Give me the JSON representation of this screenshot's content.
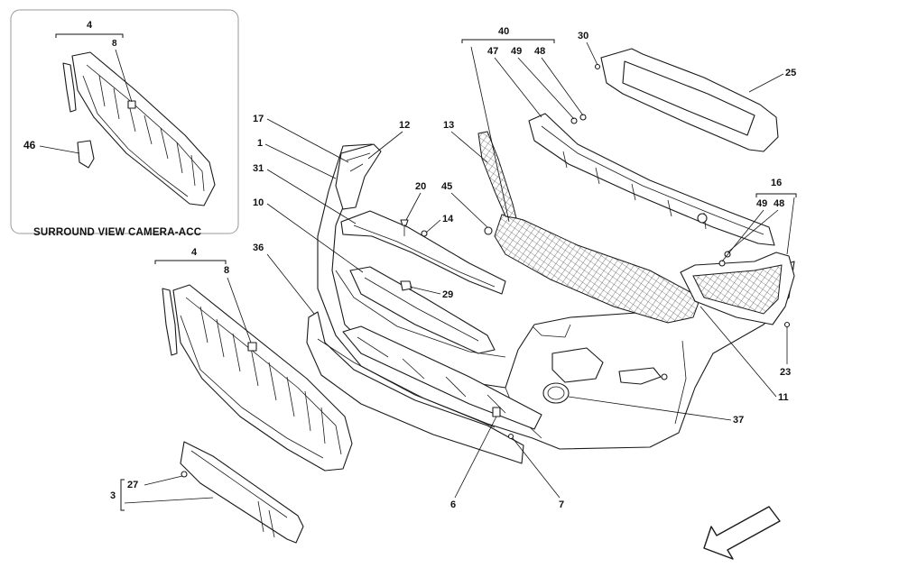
{
  "inset": {
    "title": "SURROUND VIEW CAMERA-ACC"
  },
  "callouts": {
    "c1": "1",
    "c3": "3",
    "c4_inset": "4",
    "c4": "4",
    "c6": "6",
    "c7": "7",
    "c8_inset": "8",
    "c8": "8",
    "c10": "10",
    "c11": "11",
    "c12": "12",
    "c13": "13",
    "c14": "14",
    "c16": "16",
    "c17": "17",
    "c20": "20",
    "c23": "23",
    "c25": "25",
    "c27": "27",
    "c29": "29",
    "c30": "30",
    "c31": "31",
    "c36": "36",
    "c37": "37",
    "c40": "40",
    "c45": "45",
    "c46": "46",
    "c47": "47",
    "c48_a": "48",
    "c49_a": "49",
    "c48_b": "48",
    "c49_b": "49"
  },
  "orientation": {
    "icon": "direction-arrow-icon"
  },
  "colors": {
    "line": "#1a1a1a",
    "background": "#ffffff",
    "frame": "#9a9a9a"
  }
}
